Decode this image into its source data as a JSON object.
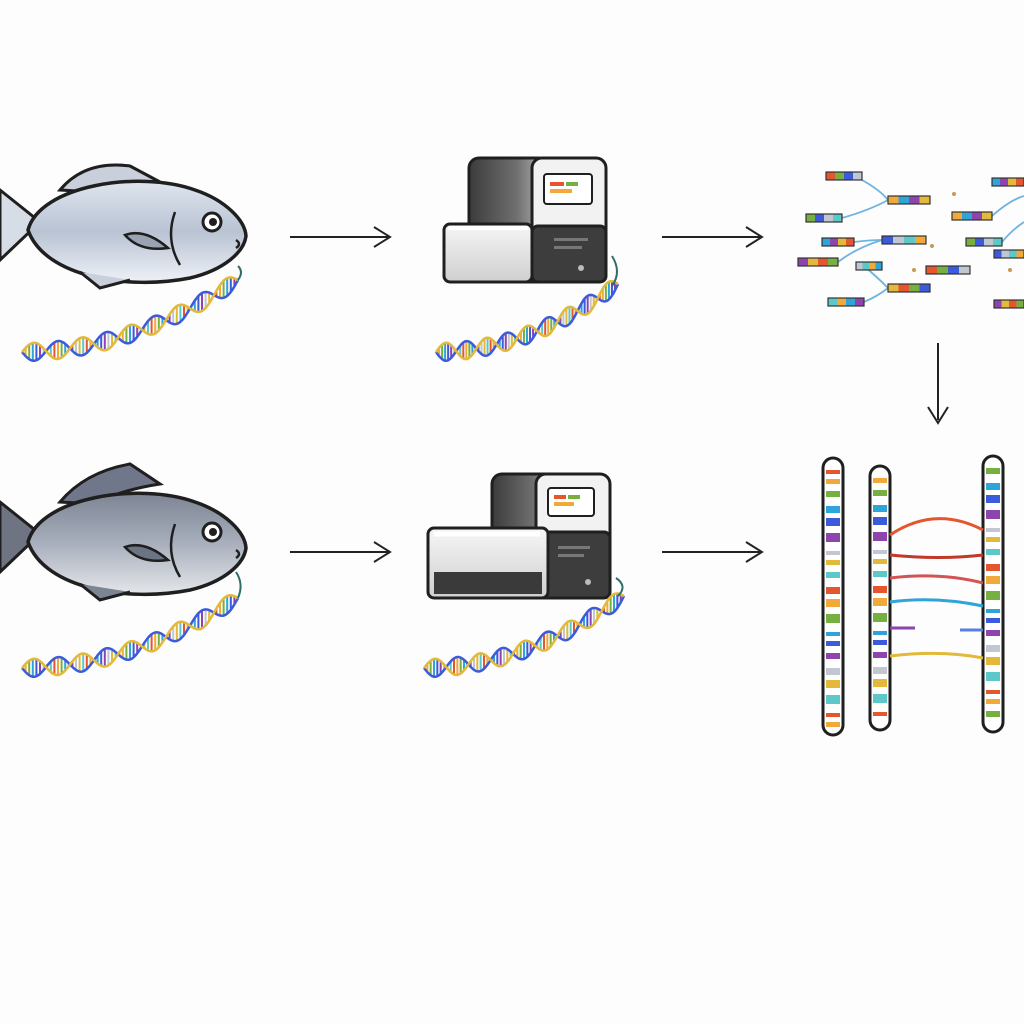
{
  "colors": {
    "outline": "#1f1f1f",
    "fish_light": "#b9c3d3",
    "fish_dark": "#8e96a6",
    "machine_dark": "#4a4a4a",
    "machine_light": "#e8e8e8",
    "arrow": "#222222"
  },
  "palette": [
    "#e4572e",
    "#f2a93b",
    "#76b041",
    "#2fa4d9",
    "#3b5bdb",
    "#8e44ad",
    "#c0c7d0",
    "#e2b93b",
    "#5cc8c8"
  ],
  "icons": {
    "fish": "fish-icon",
    "sequencer": "sequencer-machine-icon",
    "dna": "dna-helix-icon",
    "reads": "sequence-reads-icon",
    "chromosomes": "chromosome-assembly-icon",
    "arrow": "arrow-right-icon",
    "arrow_down": "arrow-down-icon"
  },
  "rows": [
    {
      "sample": "fish-1",
      "fish_tone": "light",
      "sequencer_tone": "light"
    },
    {
      "sample": "fish-2",
      "fish_tone": "dark",
      "sequencer_tone": "dark"
    }
  ]
}
